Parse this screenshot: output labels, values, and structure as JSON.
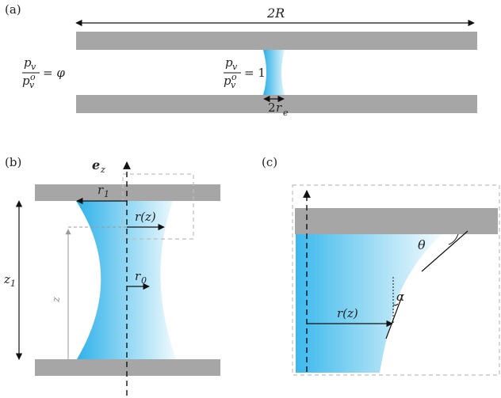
{
  "panels": [
    {
      "id": "a",
      "label": "(a)"
    },
    {
      "id": "b",
      "label": "(b)"
    },
    {
      "id": "c",
      "label": "(c)"
    }
  ],
  "panel_a": {
    "width_label": "2R",
    "ambient_ratio": {
      "num": "p",
      "num_sub": "v",
      "den": "p",
      "den_sub": "v",
      "den_sup": "o",
      "rhs": "= φ"
    },
    "bridge_ratio": {
      "num": "p",
      "num_sub": "v",
      "den": "p",
      "den_sub": "v",
      "den_sup": "o",
      "rhs": "= 1"
    },
    "neck_label": {
      "prefix": "2",
      "var": "r",
      "sub": "e"
    }
  },
  "panel_b": {
    "axis_label": {
      "var": "e",
      "sub": "z"
    },
    "r1": {
      "var": "r",
      "sub": "1"
    },
    "rz": "r(z)",
    "r0": {
      "var": "r",
      "sub": "0"
    },
    "z1": {
      "var": "z",
      "sub": "1"
    },
    "z": "z"
  },
  "panel_c": {
    "theta": "θ",
    "alpha": "α",
    "rz": "r(z)"
  },
  "colors": {
    "plate": "#a6a6a6",
    "fluid_deep": "#35b6ea",
    "fluid_light": "#e9f8fd",
    "dashed_box": "#bdbdbd"
  }
}
